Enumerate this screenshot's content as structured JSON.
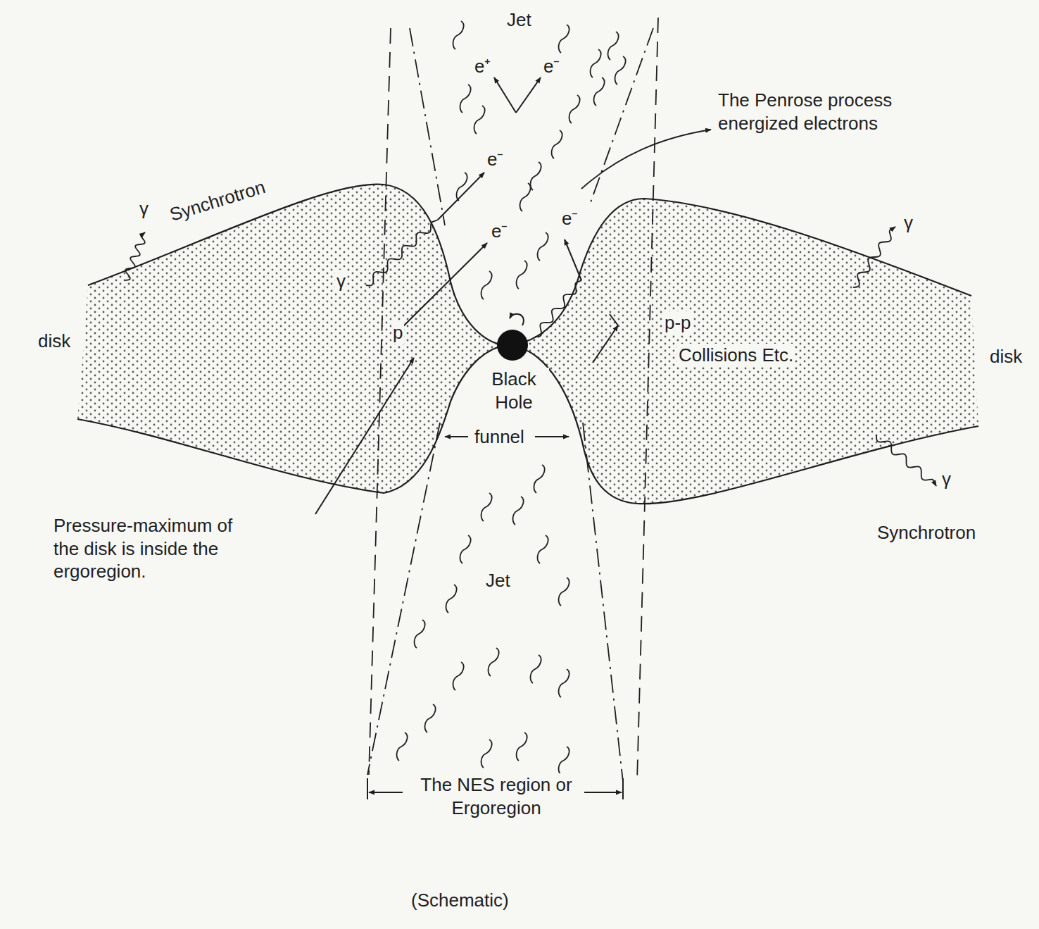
{
  "diagram": {
    "labels": [
      "Jet",
      "e⁺",
      "e⁻",
      "The Penrose process energized electrons",
      "Synchrotron",
      "γ",
      "e⁻",
      "e⁻",
      "e⁻",
      "γ",
      "γ",
      "disk",
      "disk",
      "p",
      "p-p",
      "Collisions Etc.",
      "Black Hole",
      "funnel",
      "Pressure-maximum of the disk is inside the ergoregion.",
      "Jet",
      "Synchrotron",
      "γ",
      "The NES region or Ergoregion",
      "(Schematic)"
    ]
  }
}
